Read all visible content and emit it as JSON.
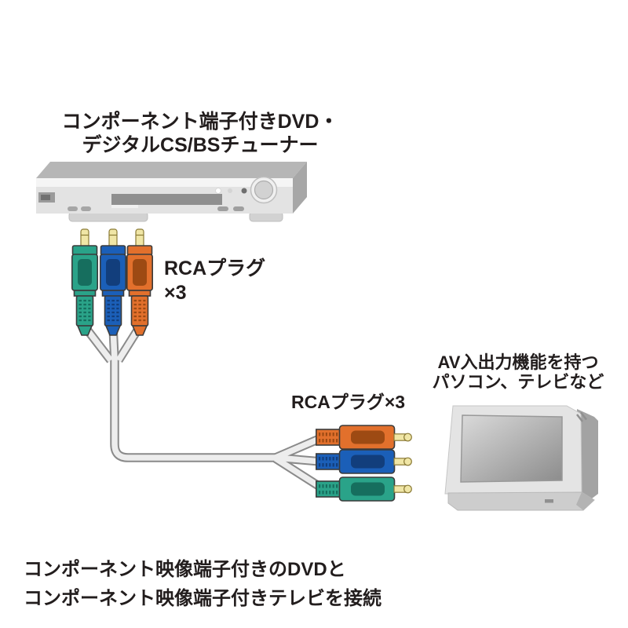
{
  "labels": {
    "source_device": {
      "line1": "コンポーネント端子付きDVD・",
      "line2": "デジタルCS/BSチューナー"
    },
    "left_plug": {
      "line1": "RCAプラグ",
      "line2": "×3"
    },
    "target_device": {
      "line1": "AV入出力機能を持つ",
      "line2": "パソコン、テレビなど"
    },
    "right_plug": {
      "text": "RCAプラグ×3"
    },
    "caption": {
      "line1": "コンポーネント映像端子付きのDVDと",
      "line2": "コンポーネント映像端子付きテレビを接続"
    }
  },
  "diagram": {
    "source_device_type": "dvd-player",
    "target_device_type": "tv",
    "plug_colors_source": [
      "green",
      "blue",
      "orange"
    ],
    "plug_colors_target": [
      "orange",
      "blue",
      "green"
    ],
    "plugs_per_end": 3
  },
  "colors": {
    "text": "#221d1d",
    "plug_green": "#2aa389",
    "plug_green_dark": "#166e5e",
    "plug_blue": "#1b5fb8",
    "plug_blue_dark": "#123e7c",
    "plug_orange": "#e2702c",
    "plug_orange_dark": "#9d4a13",
    "plug_outline": "#3b3b3b",
    "pin_gold": "#f0e6a6",
    "pin_gold_edge": "#8a7a35",
    "cable_fill": "#ededed",
    "cable_edge": "#8a8a8a"
  }
}
